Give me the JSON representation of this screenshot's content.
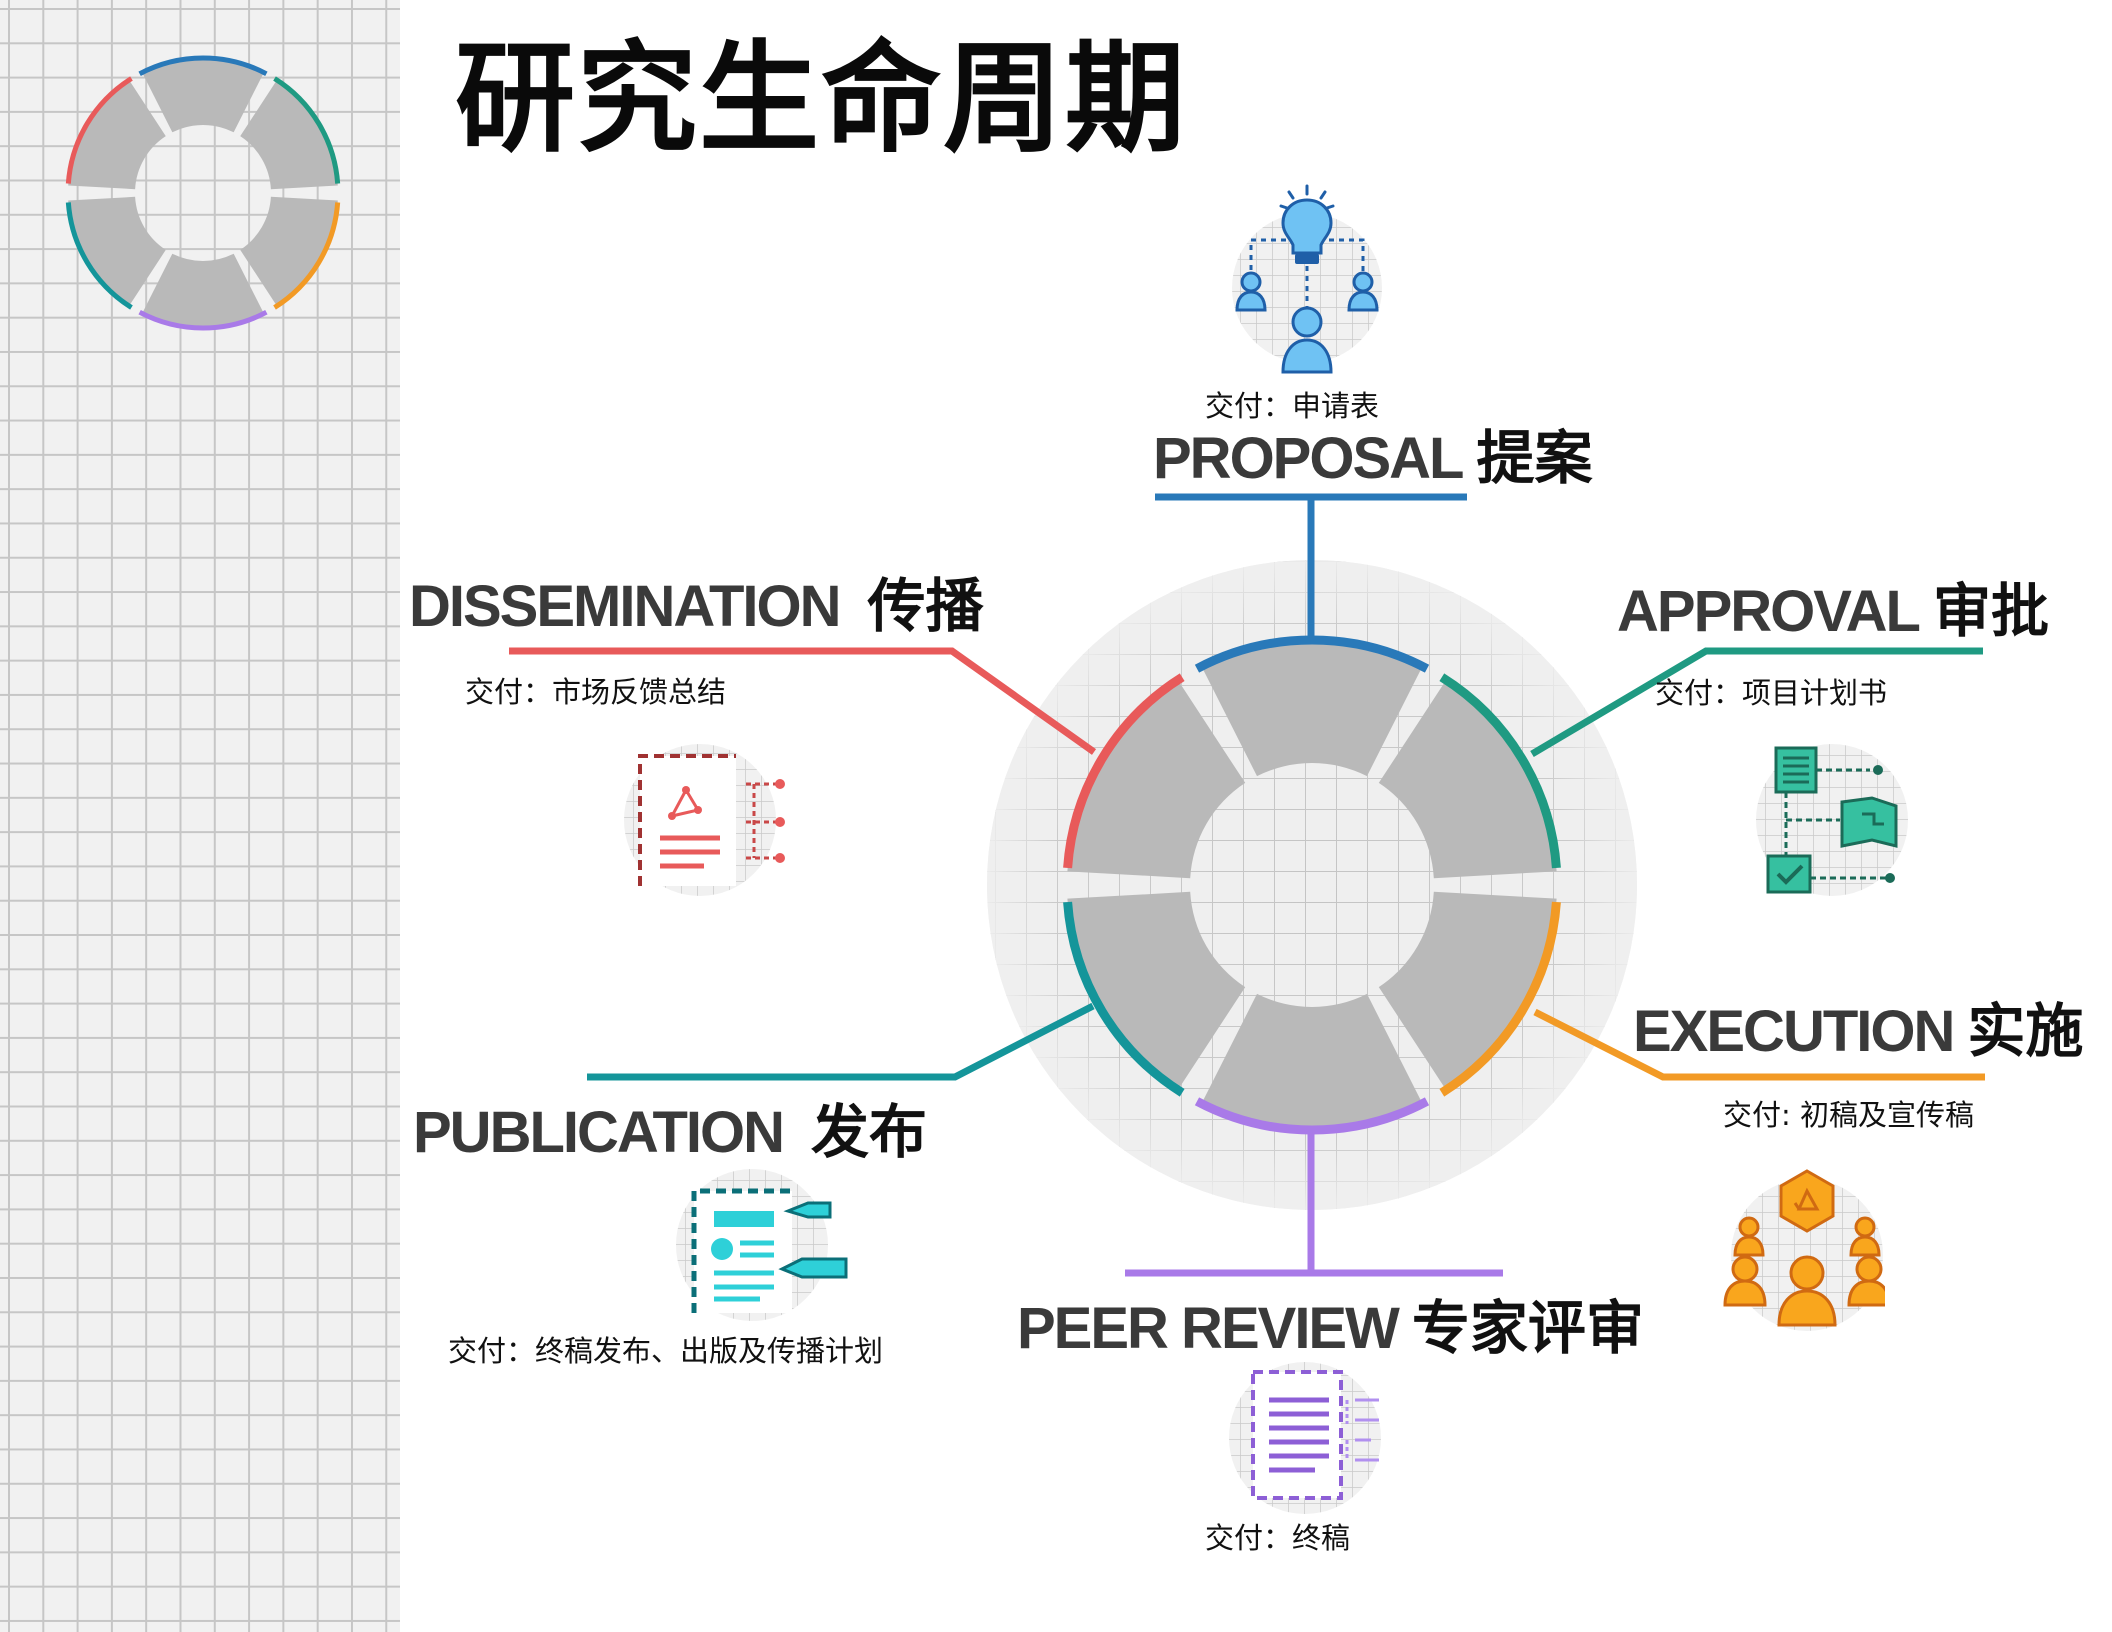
{
  "title": "研究生命周期",
  "colors": {
    "proposal": "#2979b9",
    "approval": "#1f9a82",
    "execution": "#f29a25",
    "peer_review": "#a97ae8",
    "publication": "#14959a",
    "dissemination": "#e85a5a",
    "ring_gray": "#b9b9b9",
    "grid_bg": "#efefef",
    "grid_line": "#c6c6c6"
  },
  "stages": {
    "proposal": {
      "en": "PROPOSAL",
      "zh": "提案",
      "deliverable": "交付：申请表",
      "icon": "lightbulb-team-icon"
    },
    "approval": {
      "en": "APPROVAL",
      "zh": "审批",
      "deliverable": "交付：项目计划书",
      "icon": "plan-flowchart-icon"
    },
    "execution": {
      "en": "EXECUTION",
      "zh": "实施",
      "deliverable": "交付: 初稿及宣传稿",
      "icon": "team-network-icon"
    },
    "peer_review": {
      "en": "PEER REVIEW",
      "zh": "专家评审",
      "deliverable": "交付：终稿",
      "icon": "review-document-icon"
    },
    "publication": {
      "en": "PUBLICATION",
      "zh": "发布",
      "deliverable": "交付：终稿发布、出版及传播计划",
      "icon": "publish-document-pen-icon"
    },
    "dissemination": {
      "en": "DISSEMINATION",
      "zh": "传播",
      "deliverable": "交付：市场反馈总结",
      "icon": "dissemination-report-icon"
    }
  }
}
